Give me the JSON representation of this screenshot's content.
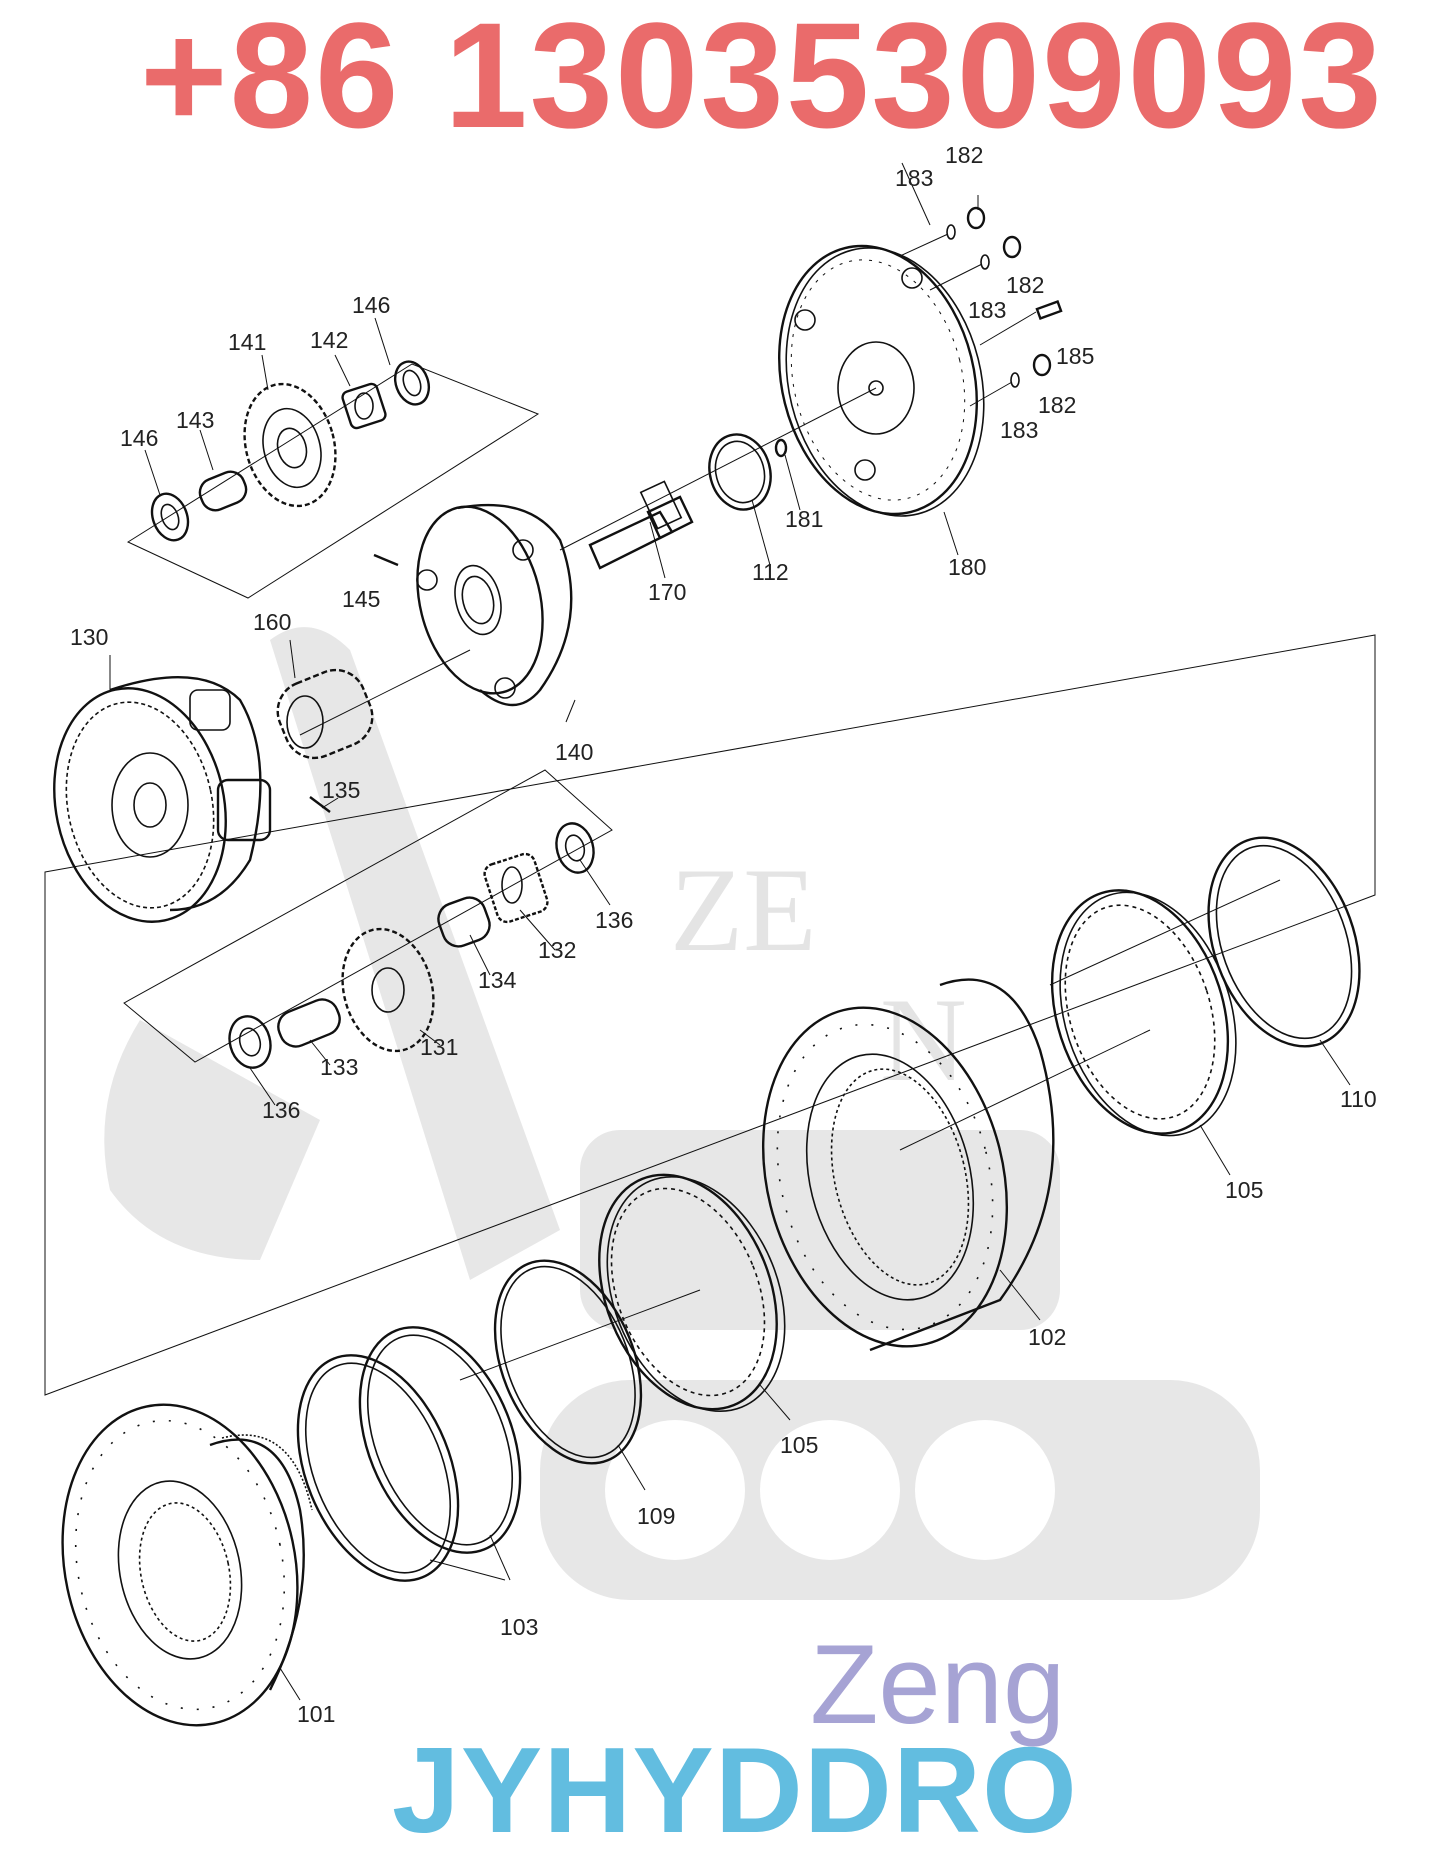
{
  "phone": "+86 13035309093",
  "watermark": {
    "letters_top": "ZE",
    "letters_bottom": "N",
    "secondary": "Zeng",
    "brand": "JYHYDDRO"
  },
  "colors": {
    "phone": "#ea6b6b",
    "secondary": "#a6a3d4",
    "brand": "#62bde0",
    "linework": "#111111",
    "watermark_shape": "#e7e7e7"
  },
  "parts": {
    "101": "101",
    "102": "102",
    "103": "103",
    "105a": "105",
    "105b": "105",
    "109": "109",
    "110": "110",
    "112": "112",
    "130": "130",
    "131": "131",
    "132": "132",
    "133": "133",
    "134": "134",
    "135": "135",
    "136a": "136",
    "136b": "136",
    "140": "140",
    "141": "141",
    "142": "142",
    "143": "143",
    "145": "145",
    "146a": "146",
    "146b": "146",
    "160": "160",
    "170": "170",
    "180": "180",
    "181": "181",
    "182a": "182",
    "182b": "182",
    "182c": "182",
    "183a": "183",
    "183b": "183",
    "183c": "183",
    "185": "185"
  }
}
